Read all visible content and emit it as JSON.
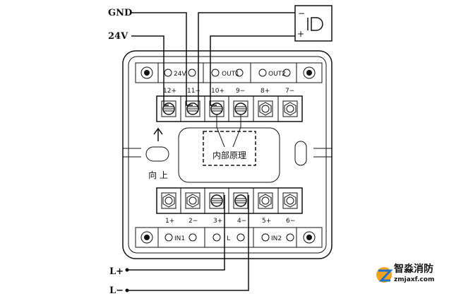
{
  "wire_labels": {
    "gnd": "GND",
    "v24": "24V",
    "l_plus": "L+",
    "l_minus": "L−"
  },
  "device": {
    "minus": "−",
    "plus": "+"
  },
  "top_group_labels": [
    "24V",
    "OUT1",
    "OUT2"
  ],
  "top_terminals": [
    "12+",
    "11−",
    "10+",
    "9−",
    "8+",
    "7−"
  ],
  "bottom_terminals": [
    "1+",
    "2−",
    "3+",
    "4−",
    "5+",
    "6−"
  ],
  "bottom_group_labels": [
    "IN1",
    "L",
    "IN2"
  ],
  "inner_box_label": "内部原理",
  "up_label": "向 上",
  "watermark": {
    "name": "智淼消防",
    "url": "zmjaxf.com"
  }
}
